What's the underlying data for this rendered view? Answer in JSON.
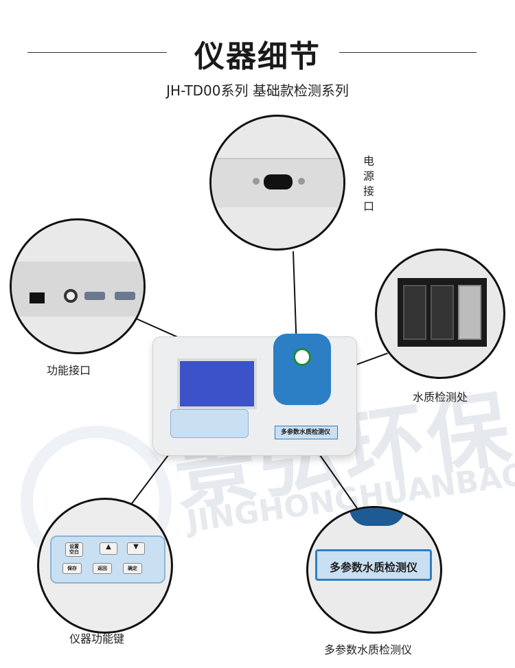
{
  "header": {
    "title": "仪器细节",
    "subtitle": "JH-TD00系列  基础款检测系列"
  },
  "callouts": {
    "power": "电源接口",
    "function_port": "功能接口",
    "water_quality_slot": "水质检测处",
    "keys": "仪器功能键",
    "nameplate": "多参数水质检测仪"
  },
  "device": {
    "nameplate_text": "多参数水质检测仪",
    "keys": {
      "set_clear": "设置\n空白",
      "up": "▲",
      "down": "▼",
      "save": "保存",
      "back": "返回",
      "confirm": "确定"
    }
  },
  "watermark": {
    "brand_cn": "景弘环保",
    "brand_en": "JINGHONGHUANBAO"
  },
  "colors": {
    "device_blue": "#2c7fc4",
    "key_panel": "#c9dff2",
    "screen": "#3c52c8",
    "watermark": "#e6eaee"
  }
}
